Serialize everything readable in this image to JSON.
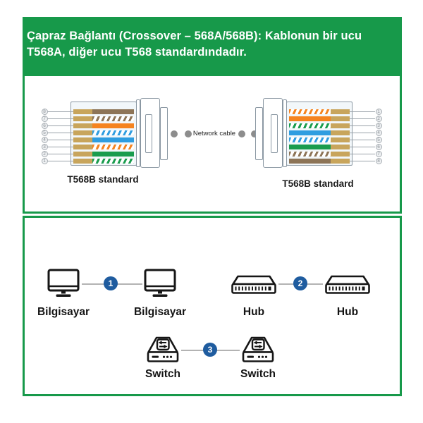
{
  "header": {
    "text": "Çapraz Bağlantı (Crossover – 568A/568B): Kablonun bir ucu T568A, diğer ucu T568 standardındadır."
  },
  "colors": {
    "green": "#17994a",
    "badge_blue": "#1f5c9f",
    "wire_brown": "#8d7457",
    "wire_orange": "#f5831f",
    "wire_blue": "#2f9de0",
    "wire_green": "#199c4e",
    "wire_tan": "#c8a55c",
    "line_gray": "#b3b3b3",
    "dot_gray": "#8d8d8d"
  },
  "cable_diagram": {
    "cable_label": "Network cable",
    "left_connector": {
      "label": "T568B standard",
      "pins": [
        "8",
        "7",
        "6",
        "5",
        "4",
        "3",
        "2",
        "1"
      ],
      "wires": [
        {
          "style": "solid",
          "color": "brown"
        },
        {
          "style": "striped",
          "color": "brown"
        },
        {
          "style": "solid",
          "color": "orange"
        },
        {
          "style": "striped",
          "color": "blue"
        },
        {
          "style": "solid",
          "color": "blue"
        },
        {
          "style": "striped",
          "color": "orange"
        },
        {
          "style": "solid",
          "color": "green"
        },
        {
          "style": "striped",
          "color": "green"
        }
      ]
    },
    "right_connector": {
      "label": "T568B standard",
      "pins": [
        "1",
        "2",
        "3",
        "4",
        "5",
        "6",
        "7",
        "8"
      ],
      "wires": [
        {
          "style": "striped",
          "color": "orange"
        },
        {
          "style": "solid",
          "color": "orange"
        },
        {
          "style": "striped",
          "color": "green"
        },
        {
          "style": "solid",
          "color": "blue"
        },
        {
          "style": "striped",
          "color": "blue"
        },
        {
          "style": "solid",
          "color": "green"
        },
        {
          "style": "striped",
          "color": "brown"
        },
        {
          "style": "solid",
          "color": "brown"
        }
      ]
    }
  },
  "devices": {
    "pairs": [
      {
        "number": "1",
        "left_label": "Bilgisayar",
        "right_label": "Bilgisayar",
        "icon": "computer"
      },
      {
        "number": "2",
        "left_label": "Hub",
        "right_label": "Hub",
        "icon": "hub"
      },
      {
        "number": "3",
        "left_label": "Switch",
        "right_label": "Switch",
        "icon": "switch"
      }
    ]
  }
}
